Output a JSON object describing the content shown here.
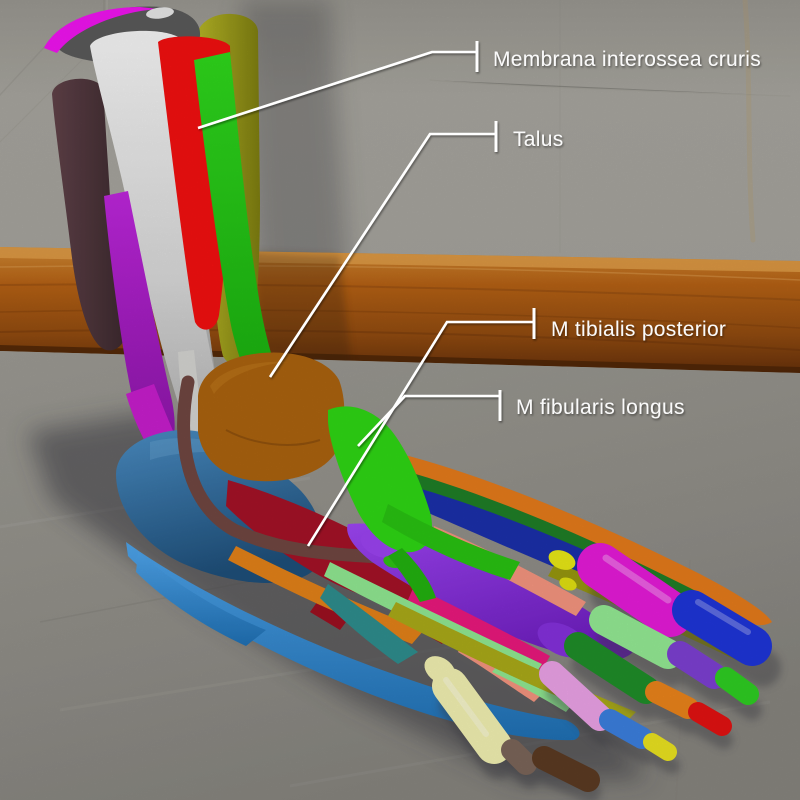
{
  "viewer": {
    "description": "3D anatomy render of right lower leg and foot with color-coded bones, muscles and tendons on a concrete wall background with a wooden rail"
  },
  "model_labels": [
    {
      "id": "membrana-interossea-cruris",
      "text": "Membrana interossea cruris",
      "target_structure": "membrana_interossea_cruris"
    },
    {
      "id": "talus",
      "text": "Talus",
      "target_structure": "talus"
    },
    {
      "id": "m-tibialis-posterior",
      "text": "M tibialis posterior",
      "target_structure": "m_tibialis_posterior"
    },
    {
      "id": "m-fibularis-longus",
      "text": "M fibularis longus",
      "target_structure": "m_fibularis_longus"
    }
  ],
  "label_style": {
    "color": "#fafafa",
    "leader_line_color": "#ffffff"
  },
  "structures": {
    "membrana_interossea_cruris": {
      "color": "#f01010"
    },
    "talus": {
      "color": "#a9620f"
    },
    "m_tibialis_posterior": {
      "color": "#6f4640"
    },
    "m_fibularis_longus": {
      "color": "#2ed414"
    },
    "tibia": {
      "color": "#e9e9e9"
    },
    "fibula_column": {
      "color": "#4c3338"
    },
    "posterior_cap": {
      "color": "#595959"
    },
    "magenta_rim": {
      "color": "#ee14ee"
    },
    "olive_muscle": {
      "color": "#a2a21c"
    },
    "purple_leg_strip": {
      "color": "#b823d6"
    },
    "calcaneus": {
      "color": "#3d7fb5"
    },
    "lateral_blue_band": {
      "color": "#2e8fd8"
    },
    "plantar_crimson": {
      "color": "#a31226"
    },
    "dorsal_orange_band": {
      "color": "#e2791b"
    },
    "dorsal_green_band": {
      "color": "#1f7d26"
    },
    "dorsal_blue_band": {
      "color": "#1b2fa8"
    },
    "metatarsal_purple": {
      "color": "#8c33e0"
    },
    "salmon_tendon": {
      "color": "#f2937e"
    },
    "deep_pink_tendon": {
      "color": "#e8187c"
    },
    "pale_green_tendon": {
      "color": "#8fe690"
    },
    "olive_tendon": {
      "color": "#a8a818"
    },
    "teal_wedge": {
      "color": "#2e8c8c"
    },
    "sesamoid_yellow": {
      "color": "#e6e616"
    },
    "toe_rays": [
      {
        "ray": 1,
        "colors": [
          "#e31ad6",
          "#1e34d6"
        ]
      },
      {
        "ray": 2,
        "colors": [
          "#92e892",
          "#7c3fd0",
          "#2ecc22"
        ]
      },
      {
        "ray": 3,
        "colors": [
          "#1f8c28",
          "#e8821a",
          "#e01212"
        ]
      },
      {
        "ray": 4,
        "colors": [
          "#e9a0e4",
          "#3b7edc",
          "#e8e020"
        ]
      },
      {
        "ray": 5,
        "colors": [
          "#efeeb0",
          "#7a6458",
          "#5a3a22"
        ]
      }
    ]
  },
  "environment": {
    "wall_color": "#a3a19b",
    "wood_rail_color": "#a85812",
    "floor_color": "#908e88",
    "shadow_color": "#33333a"
  }
}
